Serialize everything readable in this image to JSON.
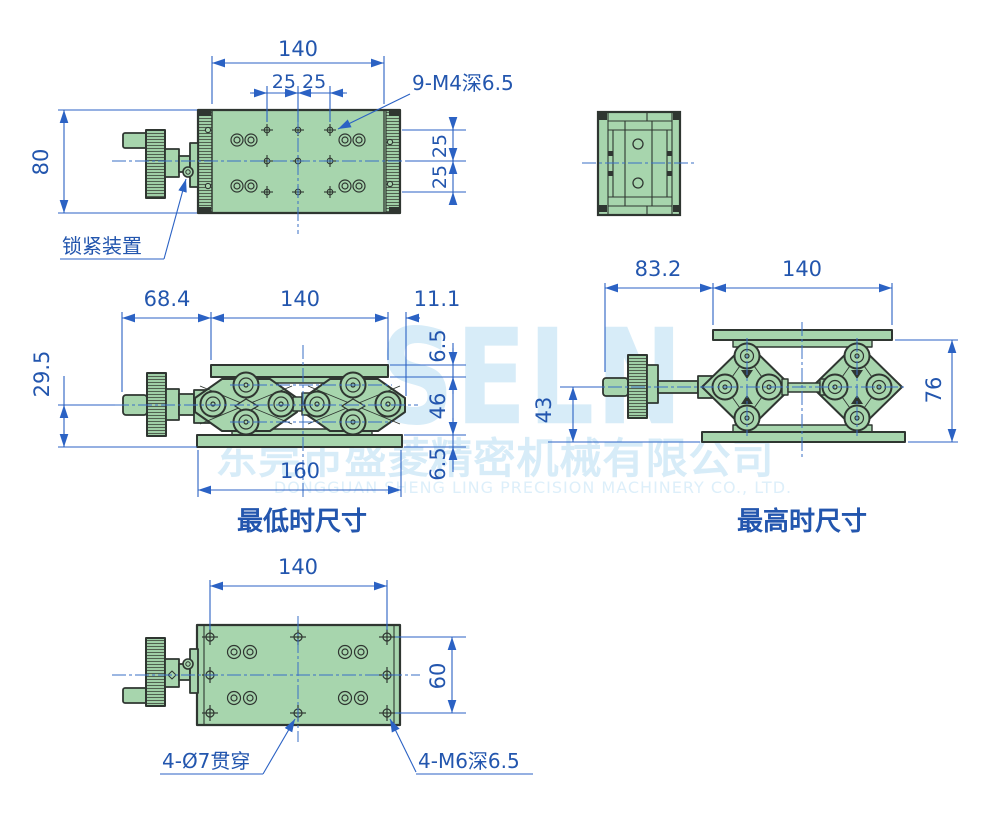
{
  "watermark": {
    "brand": "SELN",
    "company_cn": "东莞市盛菱精密机械有限公司",
    "company_en": "DONGGUAN SHENG LING PRECISION MACHINERY CO., LTD."
  },
  "colors": {
    "dimension_blue": "#2b62c4",
    "text_blue": "#2356ae",
    "body_green": "#a7d5ad",
    "outline_dark": "#2f3631",
    "watermark_blue": "#d7ecf8"
  },
  "top_view": {
    "dim_length": "140",
    "dim_hole_spacing": "25 25",
    "dim_height": "80",
    "dim_row_upper": "25",
    "dim_row_lower": "25",
    "thread_note": "9-M4深6.5",
    "lock_label": "锁紧装置"
  },
  "low_view": {
    "title": "最低时尺寸",
    "dim_knob": "68.4",
    "dim_top_plate": "140",
    "dim_overhang": "11.1",
    "dim_center_height": "29.5",
    "dim_top_thickness": "6.5",
    "dim_body_height": "46",
    "dim_bottom_thickness": "6.5",
    "dim_base": "160"
  },
  "high_view": {
    "title": "最高时尺寸",
    "dim_knob": "83.2",
    "dim_top_plate": "140",
    "dim_center_height": "43",
    "dim_total_height": "76"
  },
  "bottom_view": {
    "dim_length": "140",
    "dim_width": "60",
    "through_note": "4-Ø7贯穿",
    "thread_note": "4-M6深6.5"
  }
}
